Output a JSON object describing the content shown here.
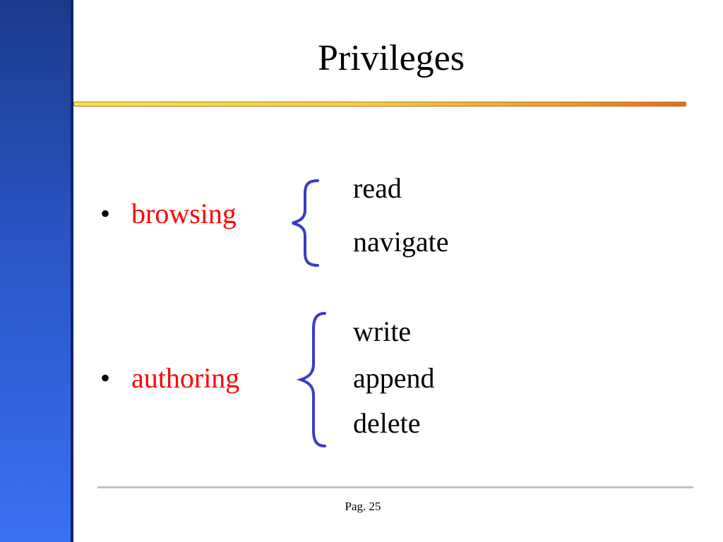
{
  "slide": {
    "title": "Privileges",
    "groups": [
      {
        "label": "browsing",
        "bullet": "•",
        "privileges": [
          "read",
          "navigate"
        ]
      },
      {
        "label": "authoring",
        "bullet": "•",
        "privileges": [
          "write",
          "append",
          "delete"
        ]
      }
    ],
    "page_label": "Pag. 25"
  },
  "colors": {
    "sidebar": "#2a55c4",
    "label_red": "#ff0000",
    "brace_blue": "#3a3ac8",
    "title_bar_yellow": "#f5e44a",
    "title_bar_orange": "#e86a1e"
  }
}
